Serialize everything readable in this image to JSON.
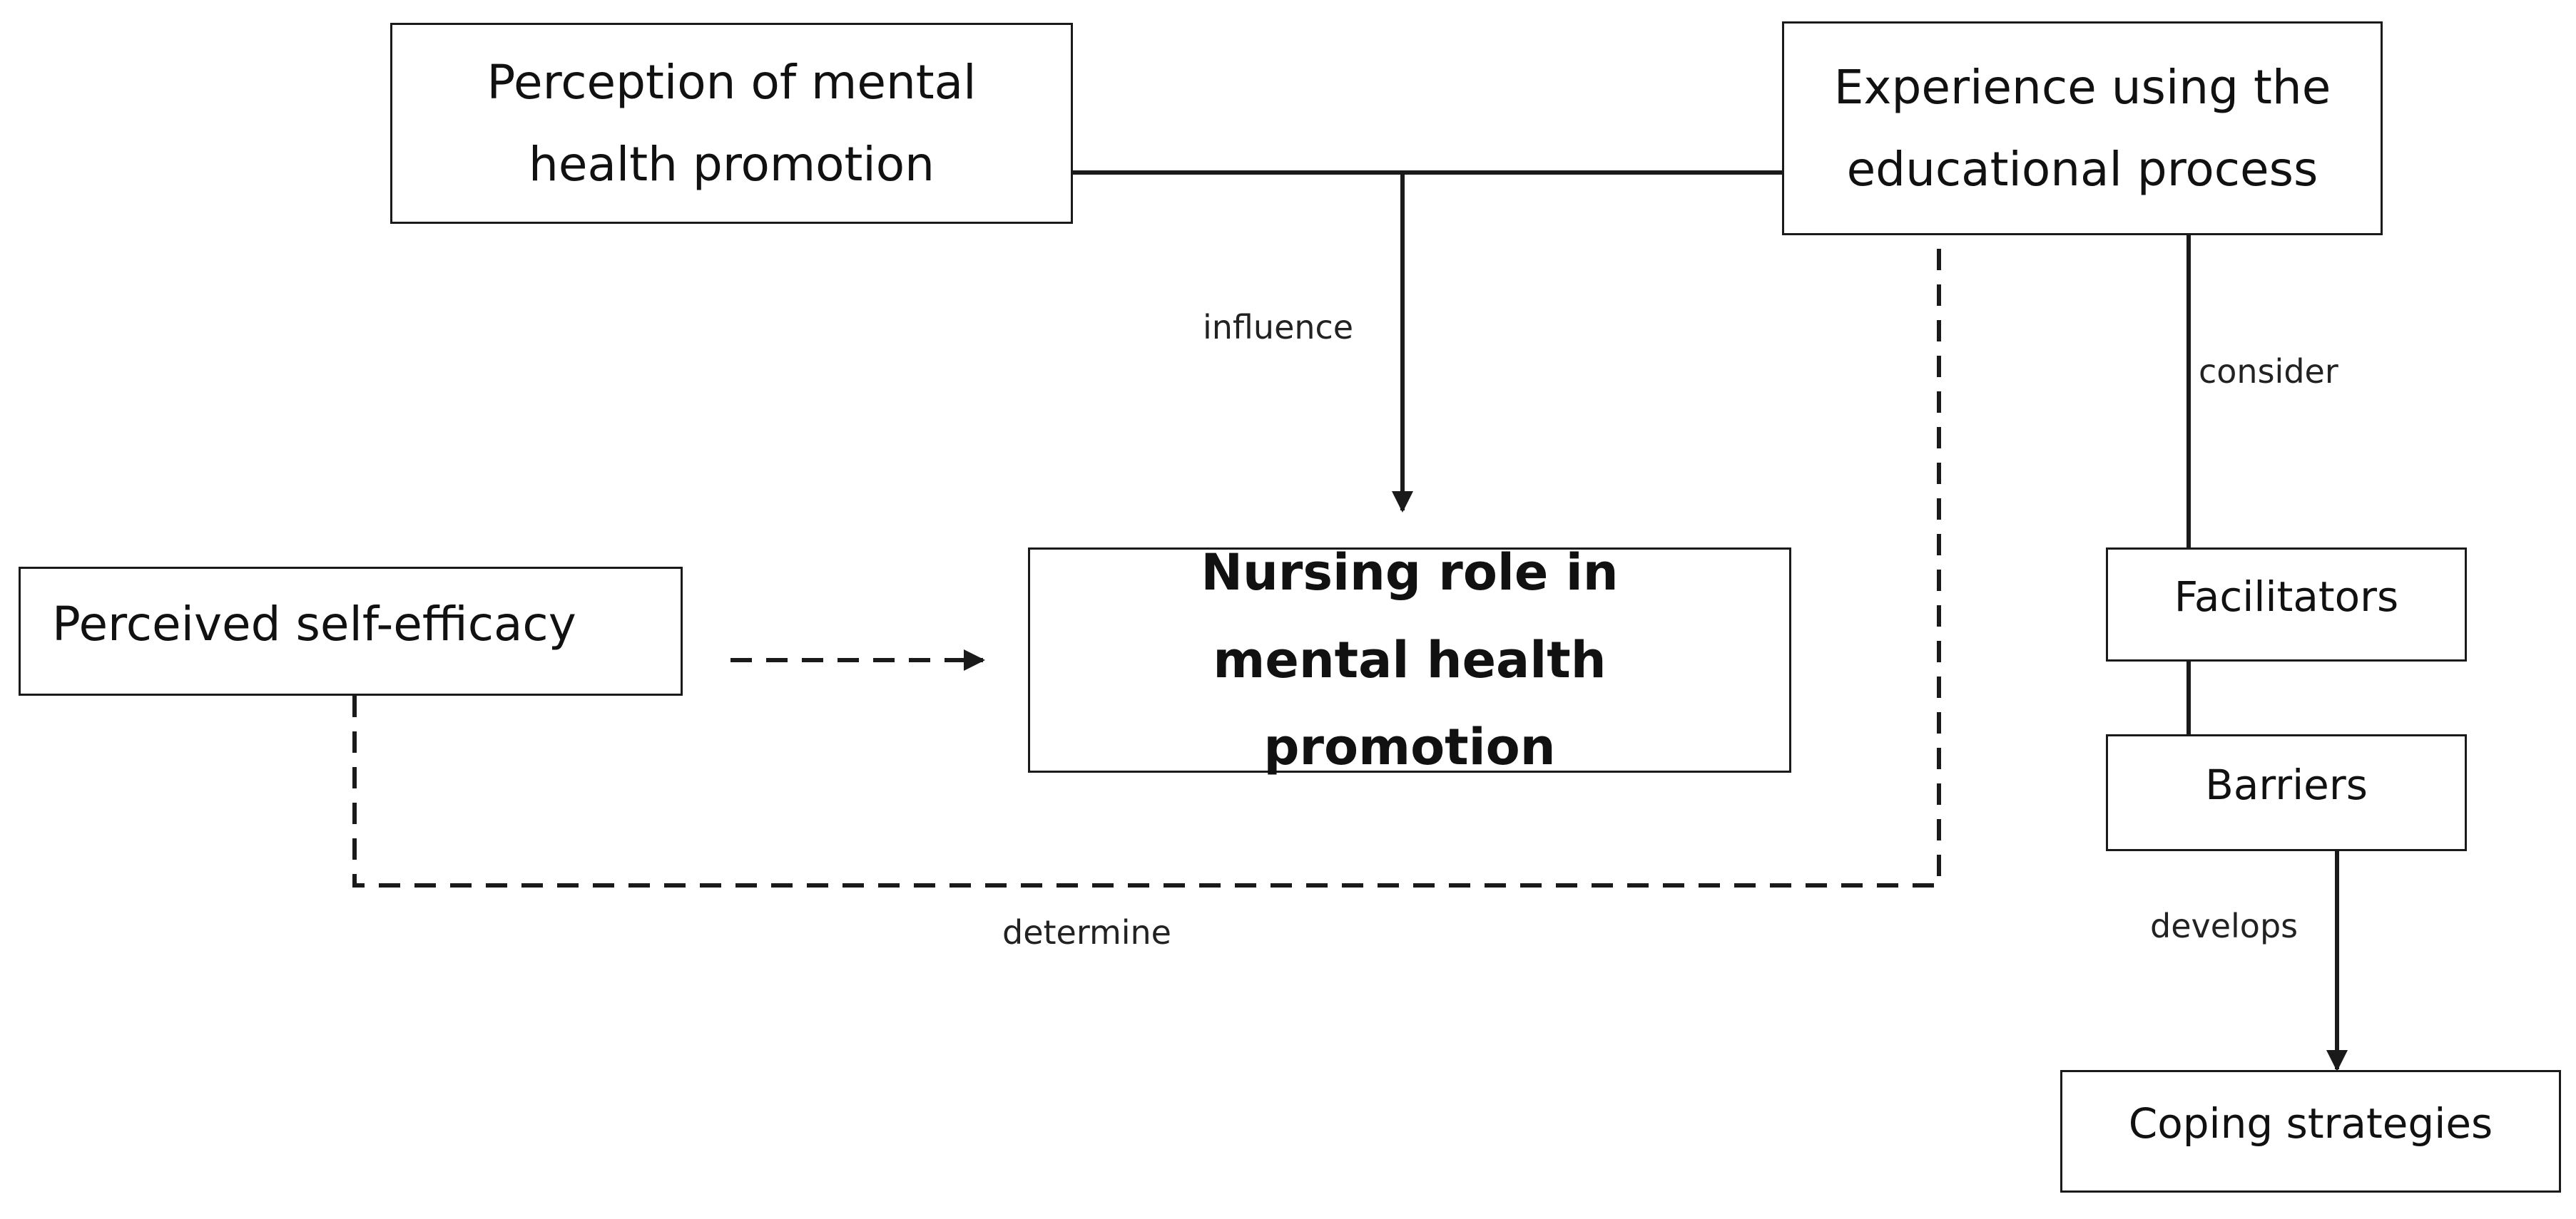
{
  "nodes": {
    "perception": "Perception of mental health promotion",
    "experience": "Experience using the educational process",
    "self_efficacy": "Perceived self-efficacy",
    "nursing_role": "Nursing role in mental health promotion",
    "facilitators": "Facilitators",
    "barriers": "Barriers",
    "coping": "Coping strategies"
  },
  "edges": {
    "influence": "influence",
    "consider": "consider",
    "determine": "determine",
    "develops": "develops"
  },
  "colors": {
    "line": "#1a1a1a",
    "text": "#111111",
    "background": "#ffffff"
  }
}
